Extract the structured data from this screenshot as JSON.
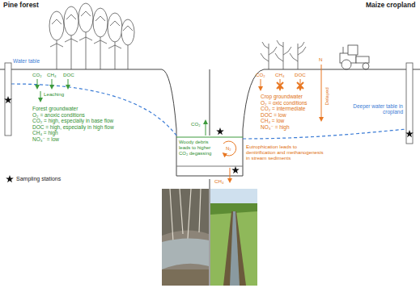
{
  "diagram": {
    "labels": [
      "Pine forest",
      "Maize cropland",
      "Water table",
      "CO₂",
      "CH₄",
      "DOC",
      "Leaching",
      "Forest groundwater",
      "O₂ = anoxic conditions",
      "CO₂ = high, especially in base flow",
      "DOC = high, especially in high flow",
      "CH₄ = high",
      "NO₃⁻ = low",
      "CO₂",
      "Woody debris leads to higher CO₂ degassing",
      "N₂",
      "CH₄",
      "Eutrophication leads to denitrification and methanogenesis in stream sediments",
      "CO₂",
      "CH₄",
      "DOC",
      "N",
      "Delayed",
      "Crop groundwater",
      "O₂ = oxic conditions",
      "CO₂ = intermediate",
      "DOC = low",
      "CH₄ = low",
      "NO₃⁻ = high",
      "Deeper water table in cropland"
    ],
    "legend": [
      {
        "text": "Sampling stations"
      }
    ]
  }
}
